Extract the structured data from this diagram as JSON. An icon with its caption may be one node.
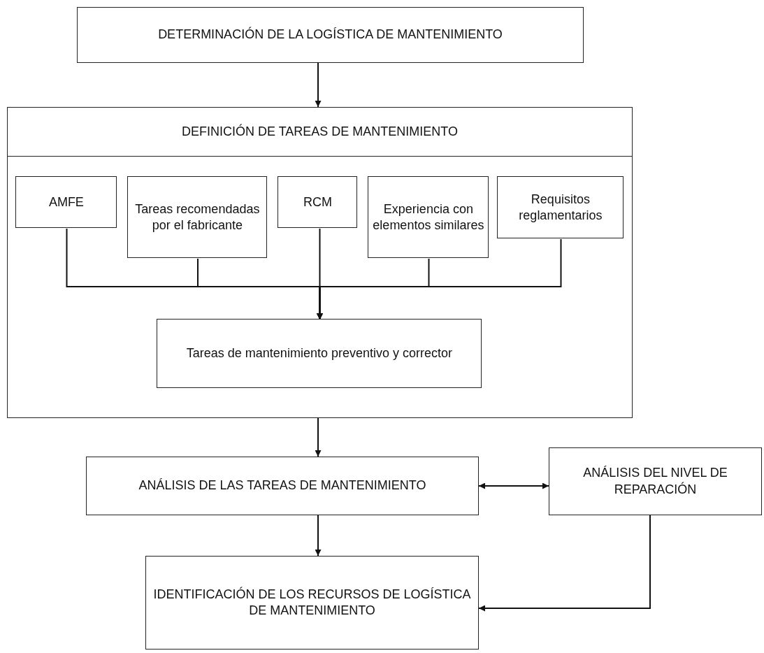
{
  "diagram": {
    "nodes": [
      {
        "text": [
          "DETERMINACIÓN DE LA LOGÍSTICA DE MANTENIMIENTO"
        ]
      },
      {
        "text": [
          "DEFINICIÓN DE TAREAS DE MANTENIMIENTO"
        ]
      },
      {
        "text": [
          "AMFE"
        ],
        "in": 1
      },
      {
        "text": [
          "Tareas recomendadas por el fabricante"
        ],
        "in": 1
      },
      {
        "text": [
          "RCM"
        ],
        "in": 1
      },
      {
        "text": [
          "Experiencia con elementos similares"
        ],
        "in": 1
      },
      {
        "text": [
          "Requisitos reglamentarios"
        ],
        "in": 1
      },
      {
        "text": [
          "Tareas de mantenimiento preventivo y corrector"
        ],
        "in": 1
      },
      {
        "text": [
          "ANÁLISIS DE LAS TAREAS DE MANTENIMIENTO"
        ]
      },
      {
        "text": [
          "ANÁLISIS DEL NIVEL DE REPARACIÓN"
        ]
      },
      {
        "text": [
          "IDENTIFICACIÓN DE LOS RECURSOS DE LOGÍSTICA DE MANTENIMIENTO"
        ]
      }
    ],
    "edges": [
      {
        "from": 0,
        "to": 1,
        "arrow": "to"
      },
      {
        "from": 2,
        "to": 7,
        "arrow": "to"
      },
      {
        "from": 3,
        "to": 7,
        "arrow": "to"
      },
      {
        "from": 4,
        "to": 7,
        "arrow": "to"
      },
      {
        "from": 5,
        "to": 7,
        "arrow": "to"
      },
      {
        "from": 6,
        "to": 7,
        "arrow": "to"
      },
      {
        "from": 1,
        "to": 8,
        "arrow": "to"
      },
      {
        "from": 8,
        "to": 9,
        "arrow": "both"
      },
      {
        "from": 8,
        "to": 10,
        "arrow": "to"
      },
      {
        "from": 9,
        "to": 10,
        "arrow": "to"
      }
    ]
  }
}
